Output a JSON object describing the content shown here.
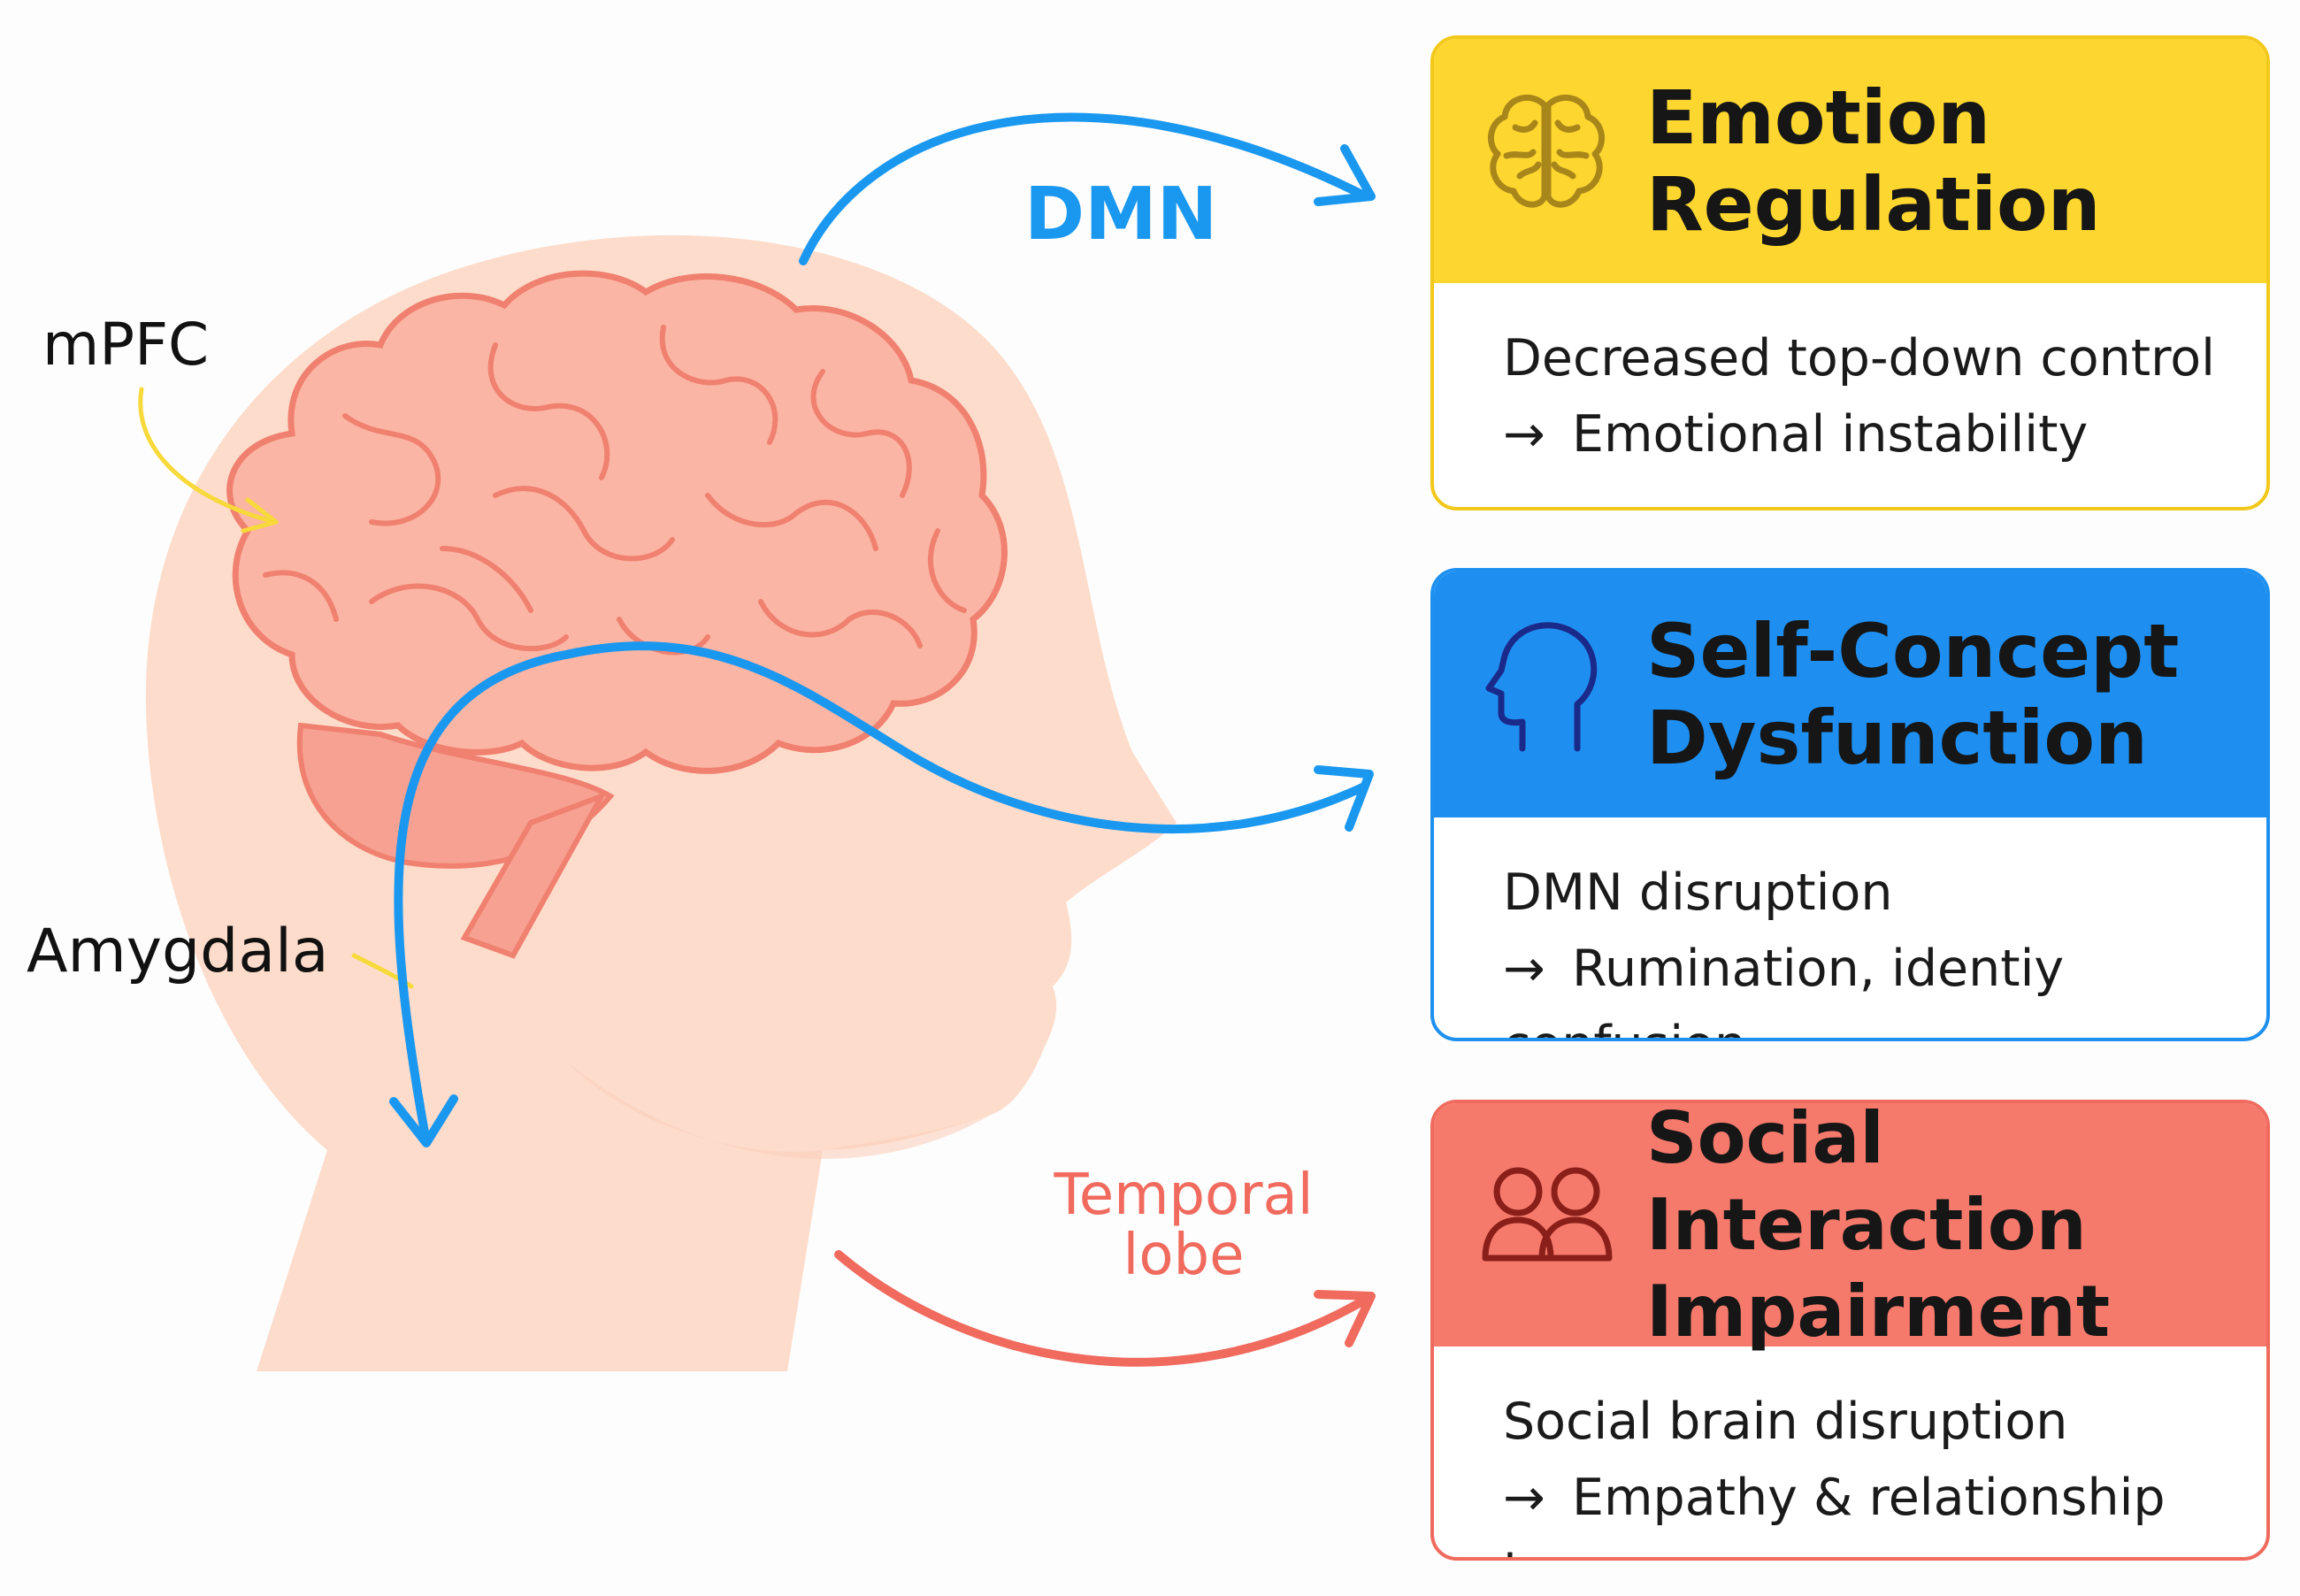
{
  "labels": {
    "mpfc": "mPFC",
    "amygdala": "Amygdala",
    "dmn": "DMN",
    "temporal_line1": "Temporal",
    "temporal_line2": "lobe"
  },
  "cards": [
    {
      "id": "emotion",
      "icon": "brain-icon",
      "title_line1": "Emotion",
      "title_line2": "Regulation",
      "body_line1": "Decreased top-down control",
      "body_arrow": "→",
      "body_line2": "Emotional instability",
      "header_color": "#fdd630"
    },
    {
      "id": "self",
      "icon": "head-profile-icon",
      "title_line1": "Self-Concept",
      "title_line2": "Dysfunction",
      "body_line1": "DMN disruption",
      "body_arrow": "→",
      "body_line2": "Rumination, identiy confusion",
      "header_color": "#1e8ff0"
    },
    {
      "id": "social",
      "icon": "people-icon",
      "title_line1": "Social Interaction",
      "title_line2": "Impairment",
      "body_line1": "Social brain disruption",
      "body_arrow": "→",
      "body_line2": "Empathy & relationship issues",
      "header_color": "#f67a6c"
    }
  ],
  "colors": {
    "head": "#fddccb",
    "brain": "#fbb5a4",
    "brain_outline": "#f0806f",
    "dmn_arrow": "#1a98f0",
    "temporal_arrow": "#f06a5e",
    "pointer": "#f7d93a"
  }
}
